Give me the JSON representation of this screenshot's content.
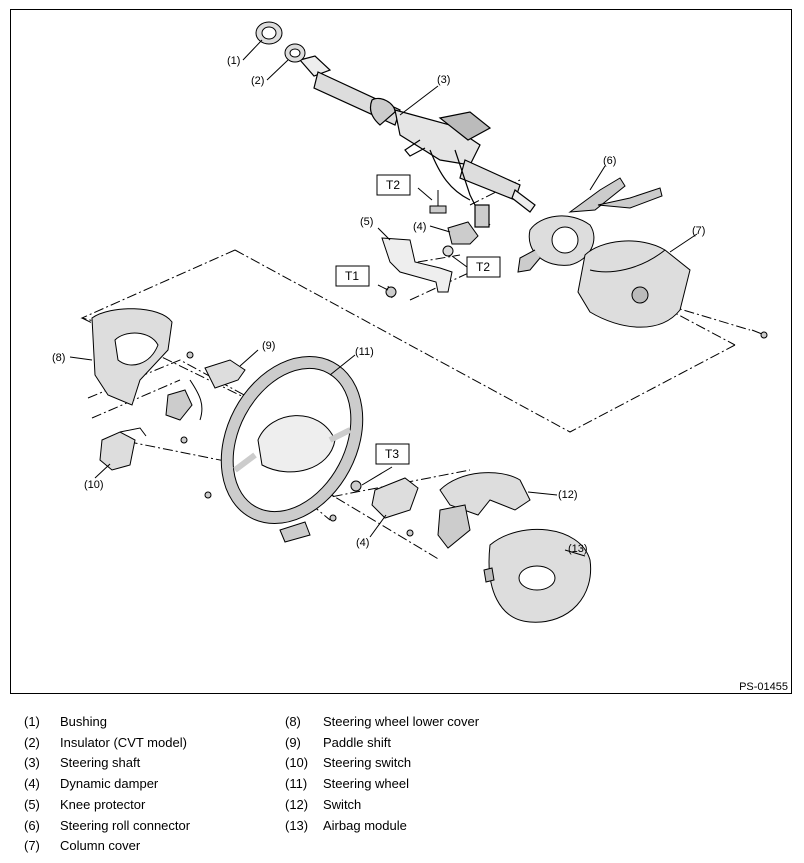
{
  "callouts": [
    {
      "label": "(1)"
    },
    {
      "label": "(2)"
    },
    {
      "label": "(3)"
    },
    {
      "label": "(4)"
    },
    {
      "label": "(5)"
    },
    {
      "label": "(6)"
    },
    {
      "label": "(7)"
    },
    {
      "label": "(8)"
    },
    {
      "label": "(9)"
    },
    {
      "label": "(10)"
    },
    {
      "label": "(11)"
    },
    {
      "label": "(12)"
    },
    {
      "label": "(13)"
    },
    {
      "label": "(4)"
    }
  ],
  "torque_tags": [
    {
      "label": "T2"
    },
    {
      "label": "T1"
    },
    {
      "label": "T2"
    },
    {
      "label": "T3"
    }
  ],
  "figure_code": "PS-01455",
  "legend": [
    {
      "num": "(1)",
      "text": "Bushing"
    },
    {
      "num": "(2)",
      "text": "Insulator (CVT model)"
    },
    {
      "num": "(3)",
      "text": "Steering shaft"
    },
    {
      "num": "(4)",
      "text": "Dynamic damper"
    },
    {
      "num": "(5)",
      "text": "Knee protector"
    },
    {
      "num": "(6)",
      "text": "Steering roll connector"
    },
    {
      "num": "(7)",
      "text": "Column cover"
    },
    {
      "num": "(8)",
      "text": "Steering wheel lower cover"
    },
    {
      "num": "(9)",
      "text": "Paddle shift"
    },
    {
      "num": "(10)",
      "text": "Steering switch"
    },
    {
      "num": "(11)",
      "text": "Steering wheel"
    },
    {
      "num": "(12)",
      "text": "Switch"
    },
    {
      "num": "(13)",
      "text": "Airbag module"
    }
  ]
}
